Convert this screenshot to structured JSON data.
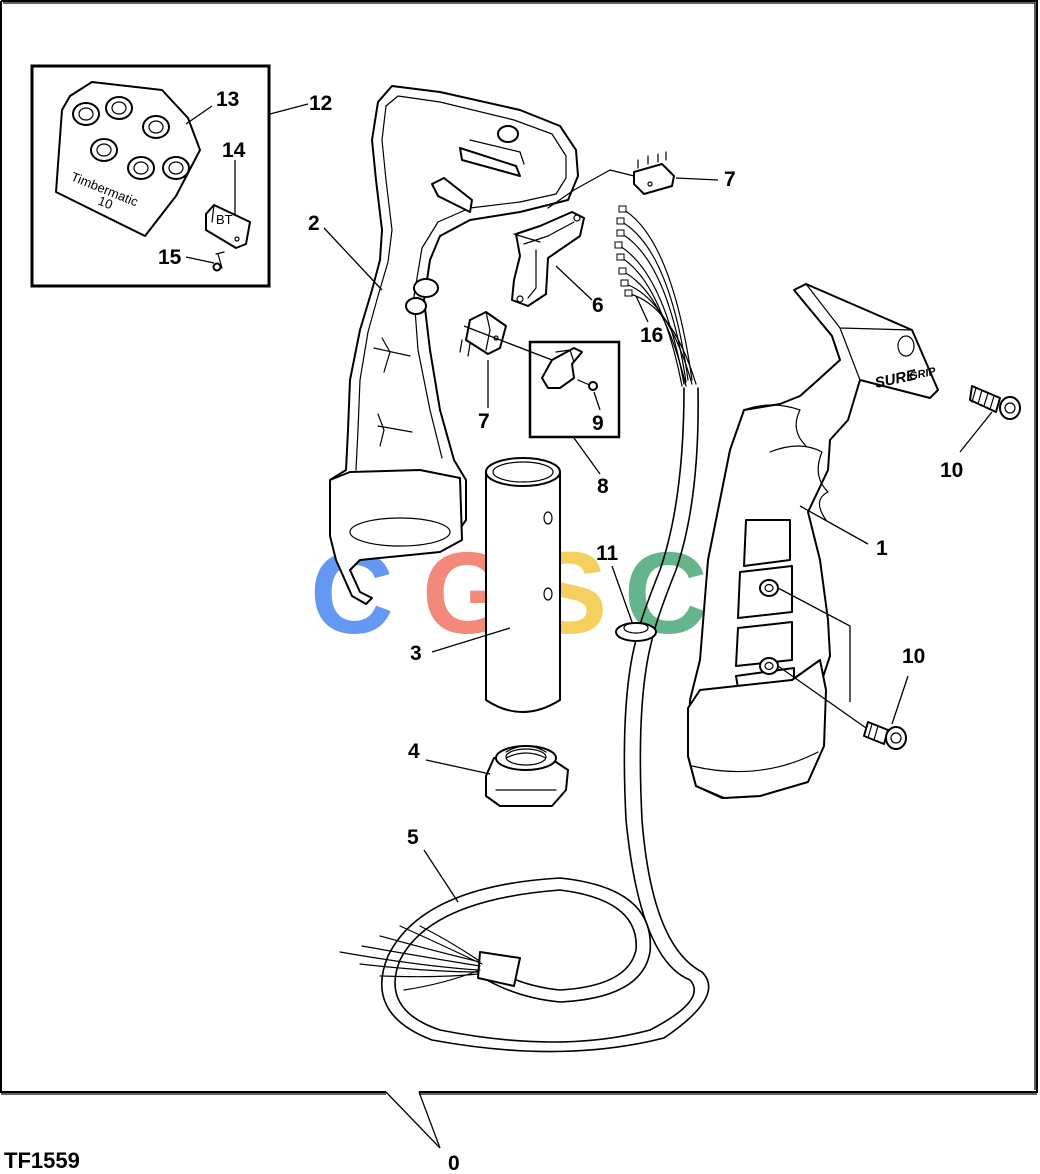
{
  "figure_id": "TF1559",
  "watermark": {
    "letters": [
      "C",
      "G",
      "S",
      "C"
    ],
    "colors": [
      "#4a86f0",
      "#ef6c5a",
      "#f5c842",
      "#3fa36f"
    ]
  },
  "inset": {
    "pad_text_1": "Timbermatic",
    "pad_text_2": "10",
    "chip_label": "BT"
  },
  "handle_brand": {
    "main": "SURE",
    "sub": "GRIP"
  },
  "callouts": {
    "c1": "1",
    "c2": "2",
    "c3": "3",
    "c4": "4",
    "c5": "5",
    "c6": "6",
    "c7a": "7",
    "c7b": "7",
    "c8": "8",
    "c9": "9",
    "c10a": "10",
    "c10b": "10",
    "c11": "11",
    "c12": "12",
    "c13": "13",
    "c14": "14",
    "c15": "15",
    "c16": "16",
    "c0": "0"
  }
}
